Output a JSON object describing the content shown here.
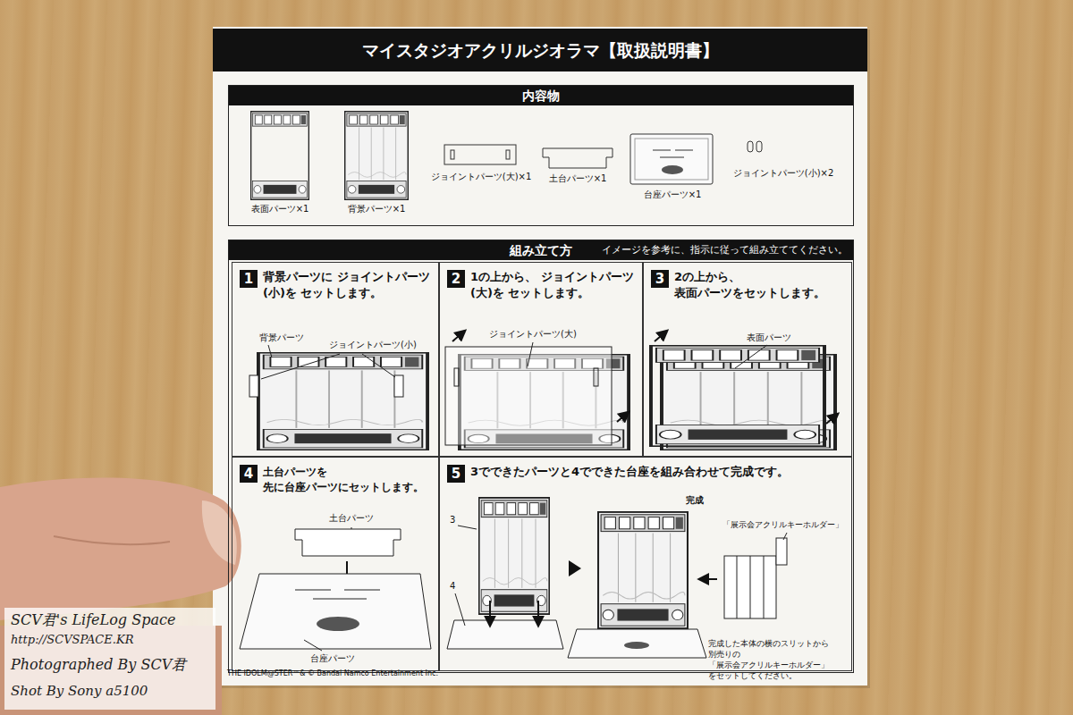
{
  "diagram": {
    "title": "マイスタジオアクリルジオラマ【取扱説明書】",
    "nodes": [
      {
        "text": [
          "内容物"
        ]
      },
      {
        "text": [
          "組み立て方",
          "イメージを参考に、指示に従って組み立ててください。"
        ]
      },
      {
        "text": [
          "1",
          "背景パーツに ジョイントパーツ(小)を セットします。"
        ],
        "in": 1
      },
      {
        "text": [
          "2",
          "1の上から、 ジョイントパーツ(大)を セットします。"
        ],
        "in": 1
      },
      {
        "text": [
          "3",
          "2の上から、 表面パーツをセットします。"
        ],
        "in": 1
      },
      {
        "text": [
          "4",
          "土台パーツを 先に台座パーツにセットします。"
        ],
        "in": 1
      },
      {
        "text": [
          "5",
          "3でできたパーツと4でできた台座を組み合わせて完成です。"
        ],
        "in": 1
      }
    ],
    "labels": [
      "表面パーツ×1",
      "背景パーツ×1",
      "ジョイントパーツ(大)×1",
      "土台パーツ×1",
      "台座パーツ×1",
      "ジョイントパーツ(小)×2",
      "背景パーツ",
      "ジョイントパーツ(小)",
      "ジョイントパーツ(大)",
      "表面パーツ",
      "土台パーツ",
      "台座パーツ",
      "3",
      "4",
      "完成",
      "「展示会アクリルキーホルダー」",
      "完成した本体の横のスリットから 別売りの「展示会アクリルキーホルダー」 をセットしてください。",
      "THE IDOLM@STER™& © Bandai Namco Entertainment Inc.",
      "SCV君's LifeLog Space",
      "http://SCVSPACE.KR",
      "Photographed By SCV君",
      "Shot By Sony a5100"
    ]
  }
}
